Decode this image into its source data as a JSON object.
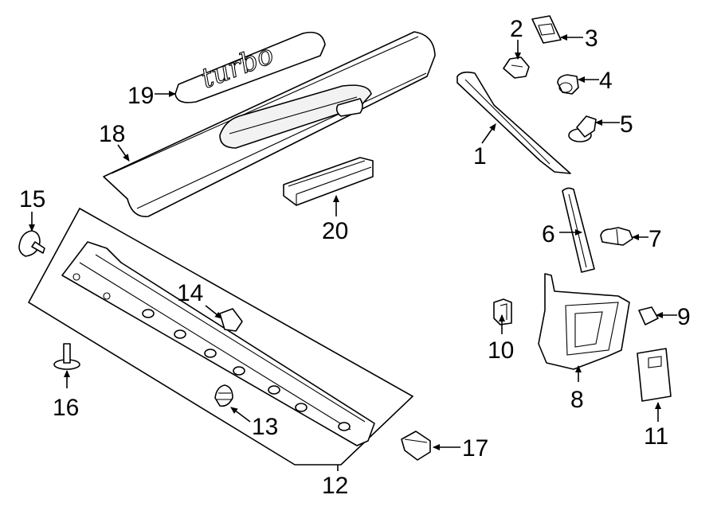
{
  "diagram": {
    "emblem_text": "turbo",
    "callouts": {
      "c1": "1",
      "c2": "2",
      "c3": "3",
      "c4": "4",
      "c5": "5",
      "c6": "6",
      "c7": "7",
      "c8": "8",
      "c9": "9",
      "c10": "10",
      "c11": "11",
      "c12": "12",
      "c13": "13",
      "c14": "14",
      "c15": "15",
      "c16": "16",
      "c17": "17",
      "c18": "18",
      "c19": "19",
      "c20": "20"
    }
  }
}
